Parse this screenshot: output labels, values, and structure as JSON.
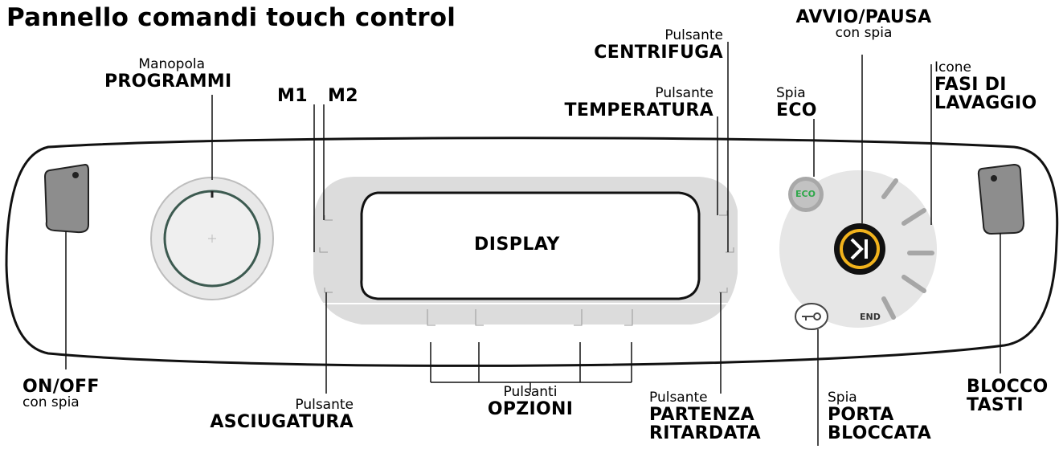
{
  "title": "Pannello comandi touch control",
  "display_text": "DISPLAY",
  "eco_badge": "ECO",
  "end_label": "END",
  "labels": {
    "programmi": {
      "small": "Manopola",
      "big": "PROGRAMMI"
    },
    "m1": "M1",
    "m2": "M2",
    "centrifuga": {
      "small": "Pulsante",
      "big": "CENTRIFUGA"
    },
    "temperatura": {
      "small": "Pulsante",
      "big": "TEMPERATURA"
    },
    "avvio": {
      "big": "AVVIO/PAUSA",
      "small": "con spia"
    },
    "eco": {
      "small": "Spia",
      "big": "ECO"
    },
    "fasi": {
      "small": "Icone",
      "big1": "FASI DI",
      "big2": "LAVAGGIO"
    },
    "onoff": {
      "big": "ON/OFF",
      "small": "con spia"
    },
    "asciugatura": {
      "small": "Pulsante",
      "big": "ASCIUGATURA"
    },
    "opzioni": {
      "small": "Pulsanti",
      "big": "OPZIONI"
    },
    "partenza": {
      "small": "Pulsante",
      "big1": "PARTENZA",
      "big2": "RITARDATA"
    },
    "porta": {
      "small": "Spia",
      "big1": "PORTA",
      "big2": "BLOCCATA"
    },
    "blocco": {
      "big1": "BLOCCO",
      "big2": "TASTI"
    }
  },
  "colors": {
    "accent_ring": "#f2b31c",
    "eco_green": "#2fa84a",
    "panel_grey": "#dcdcdc"
  }
}
